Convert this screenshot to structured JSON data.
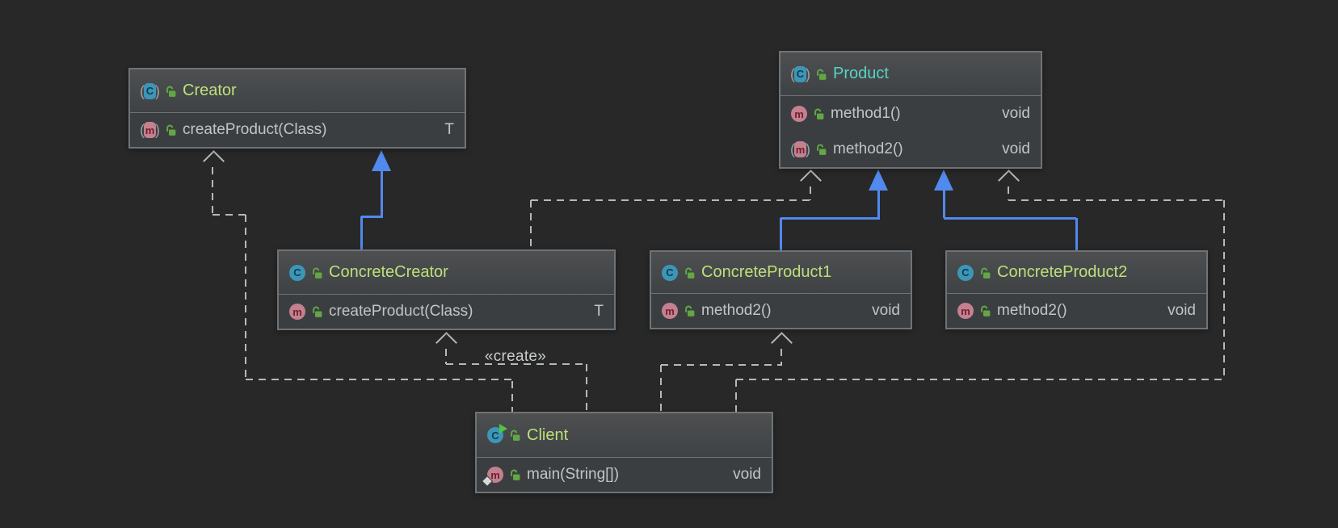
{
  "diagram": {
    "edge_label_create": "«create»",
    "colors": {
      "background": "#282828",
      "node_body": "#3b3e40",
      "node_header_top": "#4d4f51",
      "node_header_bottom": "#3f4244",
      "node_border": "#6f7375",
      "blue_extends_edge": "#5289ee",
      "dashed_dependency_edge": "#b6b9bb",
      "class_name_green": "#bde07a",
      "class_name_teal": "#56d6c3",
      "member_text": "#c2c4c6",
      "class_icon_teal": "#3d96b7",
      "method_icon_pink": "#c5808f",
      "lock_green": "#62a744",
      "run_overlay_green": "#4fc344"
    },
    "classes": [
      {
        "id": "creator",
        "name": "Creator",
        "kind": "abstract-class",
        "name_color": "#bde07a",
        "members": [
          {
            "kind": "abstract-method",
            "visibility": "public",
            "name": "createProduct(Class)",
            "type": "T"
          }
        ]
      },
      {
        "id": "product",
        "name": "Product",
        "kind": "abstract-class",
        "name_color": "#56d6c3",
        "members": [
          {
            "kind": "method",
            "visibility": "public",
            "name": "method1()",
            "type": "void"
          },
          {
            "kind": "abstract-method",
            "visibility": "public",
            "name": "method2()",
            "type": "void"
          }
        ]
      },
      {
        "id": "concrete-creator",
        "name": "ConcreteCreator",
        "kind": "class",
        "name_color": "#bde07a",
        "members": [
          {
            "kind": "method",
            "visibility": "public",
            "name": "createProduct(Class)",
            "type": "T"
          }
        ]
      },
      {
        "id": "concrete-product-1",
        "name": "ConcreteProduct1",
        "kind": "class",
        "name_color": "#bde07a",
        "members": [
          {
            "kind": "method",
            "visibility": "public",
            "name": "method2()",
            "type": "void"
          }
        ]
      },
      {
        "id": "concrete-product-2",
        "name": "ConcreteProduct2",
        "kind": "class",
        "name_color": "#bde07a",
        "members": [
          {
            "kind": "method",
            "visibility": "public",
            "name": "method2()",
            "type": "void"
          }
        ]
      },
      {
        "id": "client",
        "name": "Client",
        "kind": "runnable-class",
        "name_color": "#bde07a",
        "members": [
          {
            "kind": "static-method",
            "visibility": "public",
            "name": "main(String[])",
            "type": "void"
          }
        ]
      }
    ],
    "relationships": [
      {
        "from": "ConcreteCreator",
        "to": "Creator",
        "kind": "extends"
      },
      {
        "from": "ConcreteProduct1",
        "to": "Product",
        "kind": "extends"
      },
      {
        "from": "ConcreteProduct2",
        "to": "Product",
        "kind": "extends"
      },
      {
        "from": "Client",
        "to": "Creator",
        "kind": "dependency"
      },
      {
        "from": "Client",
        "to": "ConcreteCreator",
        "kind": "dependency",
        "label": "«create»"
      },
      {
        "from": "Client",
        "to": "ConcreteProduct1",
        "kind": "dependency"
      },
      {
        "from": "Client",
        "to": "Product",
        "kind": "dependency"
      },
      {
        "from": "ConcreteCreator",
        "to": "Product",
        "kind": "dependency"
      }
    ]
  }
}
